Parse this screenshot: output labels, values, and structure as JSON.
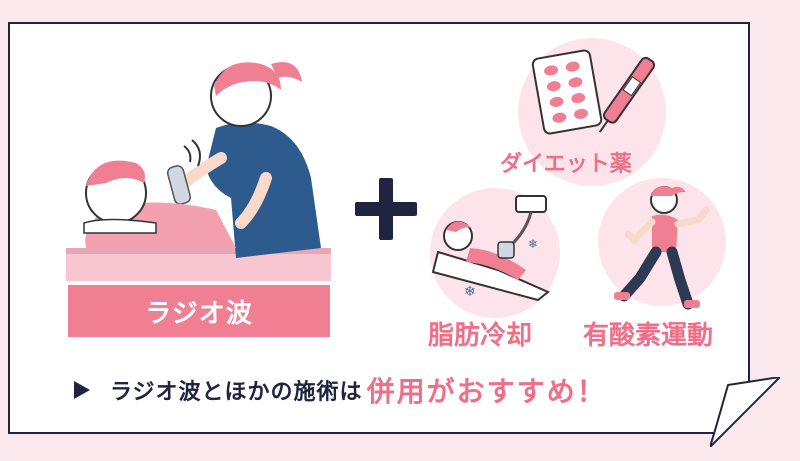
{
  "radio": {
    "label": "ラジオ波"
  },
  "options": {
    "diet": "ダイエット薬",
    "cryo": "脂肪冷却",
    "exercise": "有酸素運動"
  },
  "bottom": {
    "prefix": "ラジオ波とほかの施術は",
    "emphasis": "併用がおすすめ！"
  },
  "colors": {
    "accent_pink": "#f07f94",
    "text_pink": "#ef6f89",
    "navy": "#1f2440",
    "bg_pink": "#fbe9ee",
    "circle_pink": "#fde3ea"
  }
}
